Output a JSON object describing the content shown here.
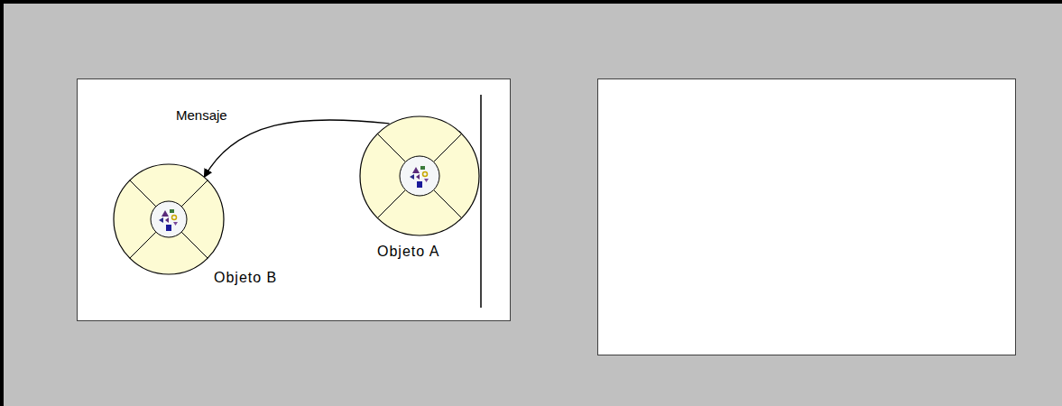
{
  "diagram": {
    "nodes": [
      {
        "text": [
          "Objeto B"
        ]
      },
      {
        "text": [
          "Objeto A"
        ]
      }
    ],
    "edges": [
      {
        "from": 1,
        "to": 0,
        "arrow": "to",
        "label": "Mensaje"
      }
    ]
  }
}
